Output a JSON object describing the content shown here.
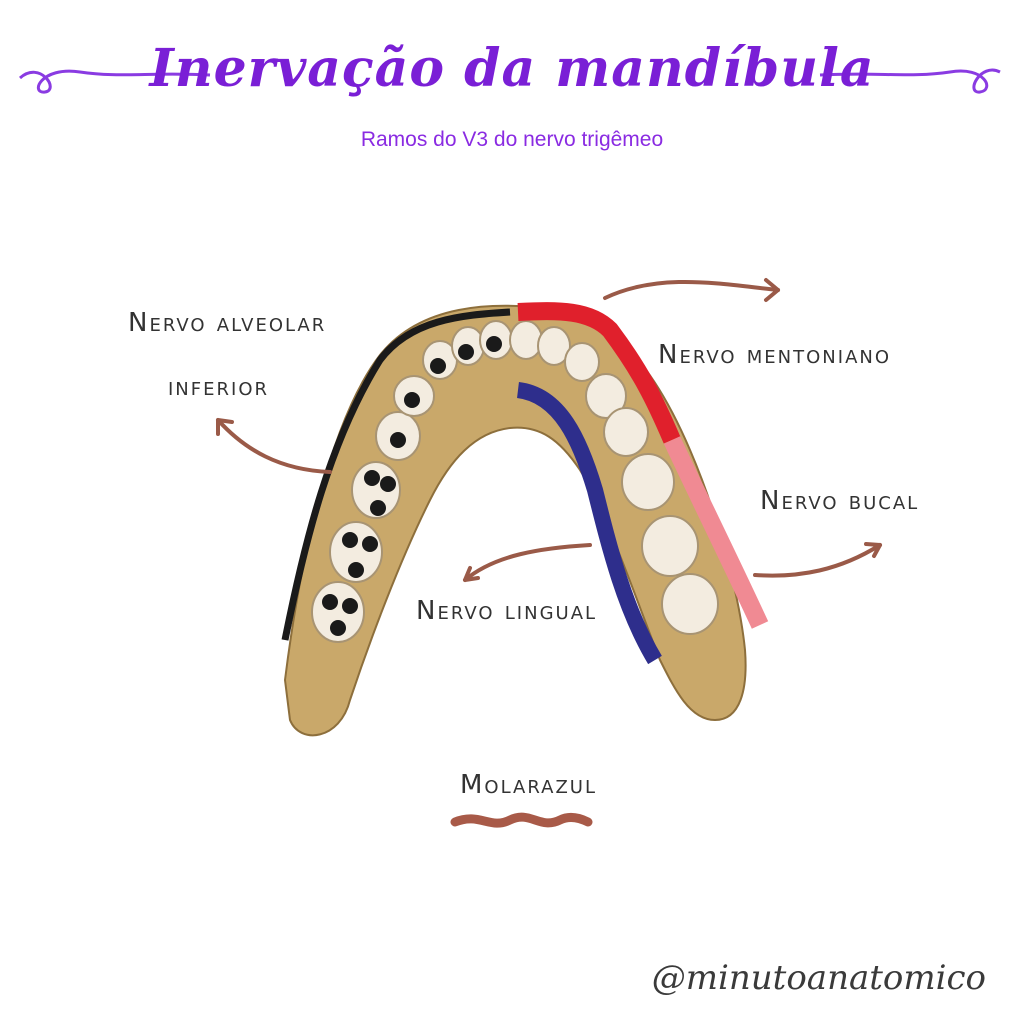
{
  "header": {
    "title": "Inervação da mandíbula",
    "subtitle": "Ramos do V3 do nervo trigêmeo"
  },
  "labels": {
    "alveolar_line1": "Nervo alveolar",
    "alveolar_line2": "inferior",
    "mentoniano": "Nervo mentoniano",
    "bucal": "Nervo bucal",
    "lingual": "Nervo lingual",
    "molarazul": "Molarazul"
  },
  "footer": {
    "handle": "@minutoanatomico"
  },
  "colors": {
    "title": "#7a1fd6",
    "alveolar_nerve": "#1a1a1a",
    "mentoniano_nerve": "#e0202c",
    "bucal_nerve": "#f08a93",
    "lingual_nerve": "#2e2e8c",
    "arrows": "#9a5a48",
    "bone": "#c9a86a",
    "teeth": "#f3ece0"
  }
}
